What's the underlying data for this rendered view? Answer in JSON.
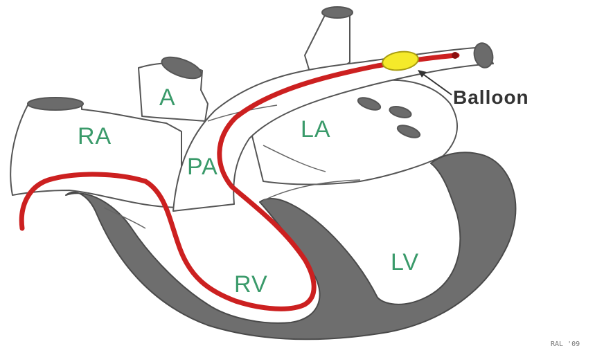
{
  "labels": {
    "right_atrium": "RA",
    "aorta": "A",
    "left_atrium": "LA",
    "pulmonary_artery": "PA",
    "right_ventricle": "RV",
    "left_ventricle": "LV",
    "balloon": "Balloon",
    "credit": "RAL '09"
  },
  "colors": {
    "catheter": "#cc2020",
    "balloon": "#f5ea2a",
    "label_text": "#3a9a6a",
    "myocardium": "#6e6e6e"
  }
}
